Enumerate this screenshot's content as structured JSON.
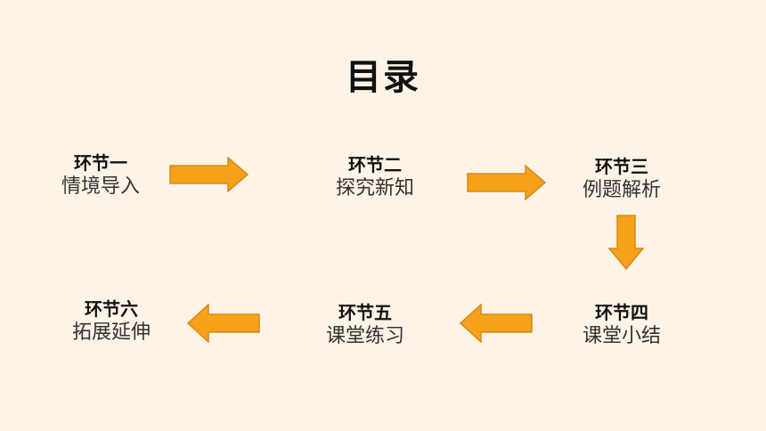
{
  "title": "目录",
  "steps": [
    {
      "heading": "环节一",
      "subtitle": "情境导入"
    },
    {
      "heading": "环节二",
      "subtitle": "探究新知"
    },
    {
      "heading": "环节三",
      "subtitle": "例题解析"
    },
    {
      "heading": "环节四",
      "subtitle": "课堂小结"
    },
    {
      "heading": "环节五",
      "subtitle": "课堂练习"
    },
    {
      "heading": "环节六",
      "subtitle": "拓展延伸"
    }
  ],
  "colors": {
    "background": "#fdf3e6",
    "arrow_fill": "#f7a11a",
    "arrow_stroke": "#d98a16"
  }
}
